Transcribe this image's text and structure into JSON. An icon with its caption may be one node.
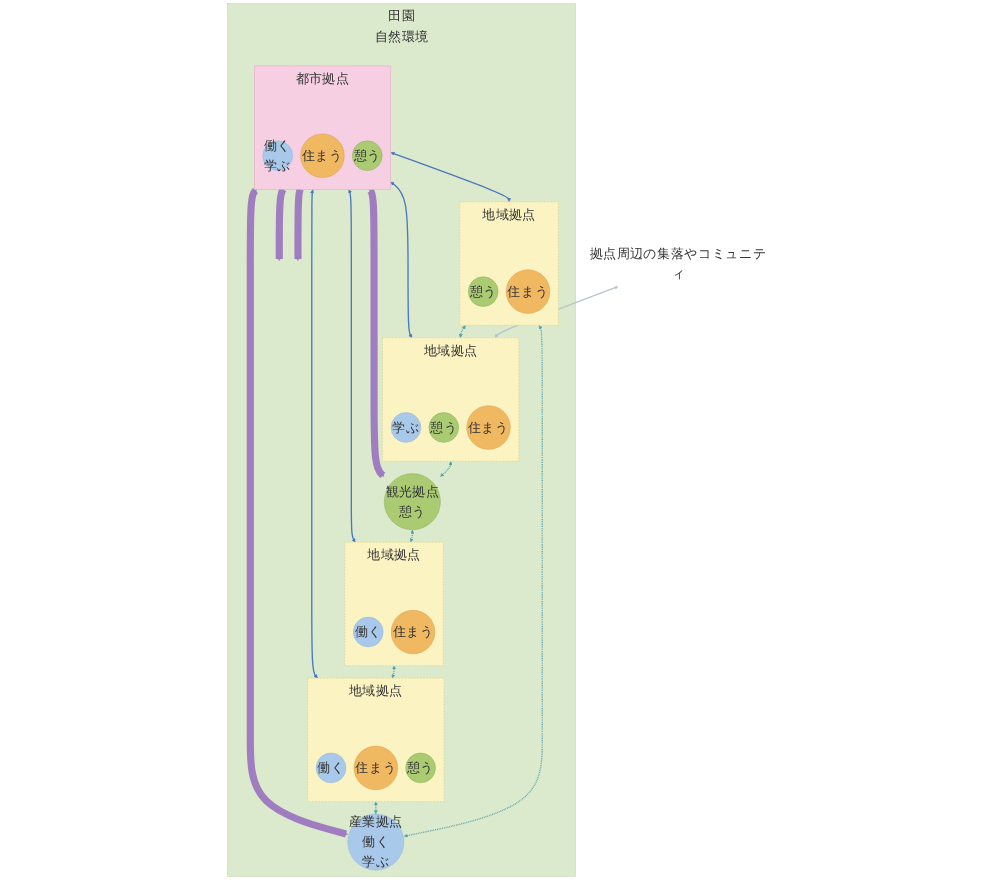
{
  "diagram": {
    "nodes": [
      {
        "text": [
          "田園",
          "自然環境"
        ]
      },
      {
        "text": [
          "地域拠点"
        ],
        "in": 0
      },
      {
        "text": [
          "働く"
        ],
        "in": 1
      },
      {
        "text": [
          "住まう"
        ],
        "in": 1
      },
      {
        "text": [
          "地域拠点"
        ],
        "in": 0
      },
      {
        "text": [
          "働く"
        ],
        "in": 4
      },
      {
        "text": [
          "住まう"
        ],
        "in": 4
      },
      {
        "text": [
          "憩う"
        ],
        "in": 4
      },
      {
        "text": [
          "都市拠点"
        ],
        "in": 0
      },
      {
        "text": [
          "働く",
          "学ぶ"
        ],
        "in": 8
      },
      {
        "text": [
          "住まう"
        ],
        "in": 8
      },
      {
        "text": [
          "憩う"
        ],
        "in": 8
      },
      {
        "text": [
          "観光拠点",
          "憩う"
        ],
        "in": 0
      },
      {
        "text": [
          "産業拠点",
          "働く",
          "学ぶ"
        ],
        "in": 0
      },
      {
        "text": [
          "地域拠点"
        ],
        "in": 0
      },
      {
        "text": [
          "学ぶ"
        ],
        "in": 14
      },
      {
        "text": [
          "憩う"
        ],
        "in": 14
      },
      {
        "text": [
          "住まう"
        ],
        "in": 14
      },
      {
        "text": [
          "地域拠点"
        ],
        "in": 0
      },
      {
        "text": [
          "憩う"
        ],
        "in": 18
      },
      {
        "text": [
          "住まう"
        ],
        "in": 18
      },
      {
        "text": [
          "拠点周辺の集落やコミュニティ"
        ]
      }
    ],
    "edges": [
      {
        "from": 8,
        "to": null,
        "arrow": "to",
        "style": "thick",
        "color": "#a07cc0"
      },
      {
        "from": 8,
        "to": null,
        "arrow": "to",
        "style": "thick",
        "color": "#a07cc0"
      },
      {
        "from": 8,
        "to": 12,
        "arrow": "both",
        "style": "thick",
        "color": "#a07cc0"
      },
      {
        "from": 8,
        "to": 13,
        "arrow": "both",
        "style": "thick",
        "color": "#a07cc0"
      },
      {
        "from": 8,
        "to": 1,
        "arrow": "both",
        "color": "#4a78c0"
      },
      {
        "from": 8,
        "to": 4,
        "arrow": "both",
        "color": "#4a78c0"
      },
      {
        "from": 8,
        "to": 14,
        "arrow": "both",
        "color": "#4a78c0"
      },
      {
        "from": 8,
        "to": 18,
        "arrow": "both",
        "color": "#4a78c0"
      },
      {
        "from": 1,
        "to": 4,
        "arrow": "both",
        "style": "dashed"
      },
      {
        "from": 4,
        "to": 13,
        "arrow": "both",
        "style": "dashed"
      },
      {
        "from": 13,
        "to": 18,
        "arrow": "both",
        "style": "dashed"
      },
      {
        "from": 18,
        "to": 14,
        "arrow": "both",
        "style": "dashed"
      },
      {
        "from": 14,
        "to": 12,
        "arrow": "both",
        "style": "dashed"
      },
      {
        "from": 12,
        "to": 1,
        "arrow": "both",
        "style": "dashed"
      },
      {
        "from": 21,
        "to": 14,
        "arrow": "both",
        "color": "#b8c4cc"
      }
    ]
  }
}
